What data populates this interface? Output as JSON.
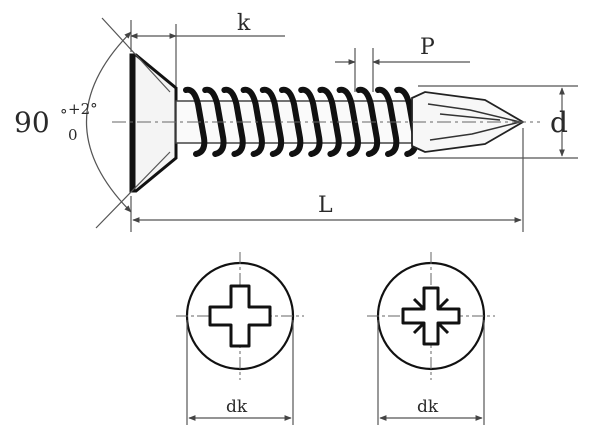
{
  "labels": {
    "k": "k",
    "p": "P",
    "d": "d",
    "l": "L",
    "angle_base": "90",
    "angle_upper_tol": "+2°",
    "angle_lower_tol": "0",
    "angle_base_deg": "°",
    "dk_left": "dk",
    "dk_right": "dk"
  },
  "colors": {
    "ink": "#1a1a1a",
    "dimension": "#555555",
    "paper": "#ffffff"
  },
  "icons": {
    "left_head": "phillips-cross-recess-icon",
    "right_head": "pozidriv-cross-recess-icon"
  }
}
